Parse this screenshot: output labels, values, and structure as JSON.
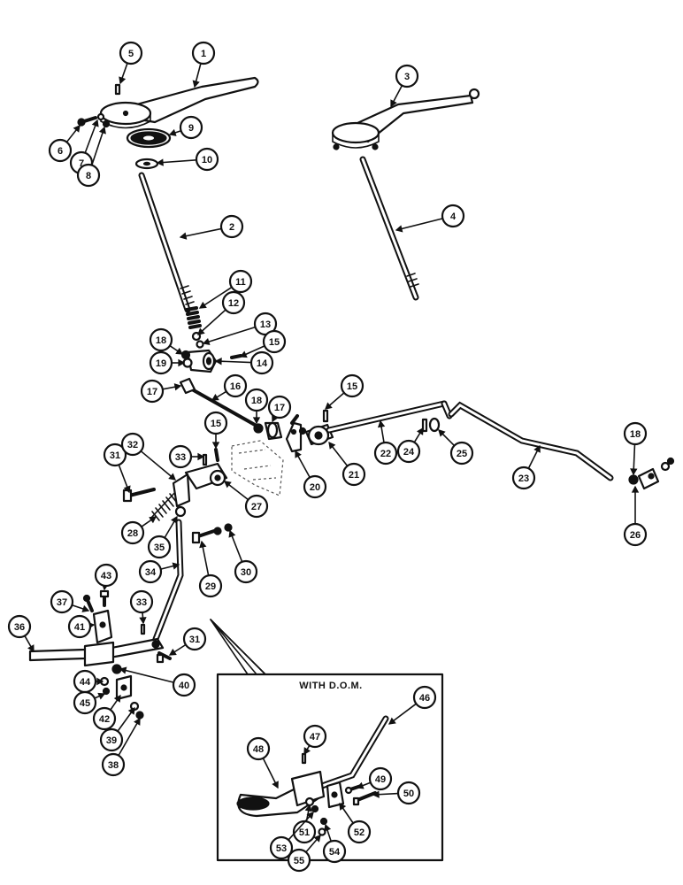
{
  "inset": {
    "title": "WITH D.O.M."
  },
  "callouts": [
    {
      "n": "1"
    },
    {
      "n": "2"
    },
    {
      "n": "3"
    },
    {
      "n": "4"
    },
    {
      "n": "5"
    },
    {
      "n": "6"
    },
    {
      "n": "7"
    },
    {
      "n": "8"
    },
    {
      "n": "9"
    },
    {
      "n": "10"
    },
    {
      "n": "11"
    },
    {
      "n": "12"
    },
    {
      "n": "13"
    },
    {
      "n": "15"
    },
    {
      "n": "14"
    },
    {
      "n": "18"
    },
    {
      "n": "19"
    },
    {
      "n": "17"
    },
    {
      "n": "16"
    },
    {
      "n": "18"
    },
    {
      "n": "17"
    },
    {
      "n": "15"
    },
    {
      "n": "21"
    },
    {
      "n": "20"
    },
    {
      "n": "22"
    },
    {
      "n": "24"
    },
    {
      "n": "25"
    },
    {
      "n": "23"
    },
    {
      "n": "18"
    },
    {
      "n": "26"
    },
    {
      "n": "31"
    },
    {
      "n": "32"
    },
    {
      "n": "33"
    },
    {
      "n": "15"
    },
    {
      "n": "27"
    },
    {
      "n": "28"
    },
    {
      "n": "35"
    },
    {
      "n": "34"
    },
    {
      "n": "29"
    },
    {
      "n": "30"
    },
    {
      "n": "37"
    },
    {
      "n": "43"
    },
    {
      "n": "36"
    },
    {
      "n": "41"
    },
    {
      "n": "33"
    },
    {
      "n": "31"
    },
    {
      "n": "40"
    },
    {
      "n": "44"
    },
    {
      "n": "45"
    },
    {
      "n": "42"
    },
    {
      "n": "39"
    },
    {
      "n": "38"
    },
    {
      "n": "46"
    },
    {
      "n": "47"
    },
    {
      "n": "48"
    },
    {
      "n": "49"
    },
    {
      "n": "50"
    },
    {
      "n": "51"
    },
    {
      "n": "52"
    },
    {
      "n": "53"
    },
    {
      "n": "54"
    },
    {
      "n": "55"
    }
  ]
}
